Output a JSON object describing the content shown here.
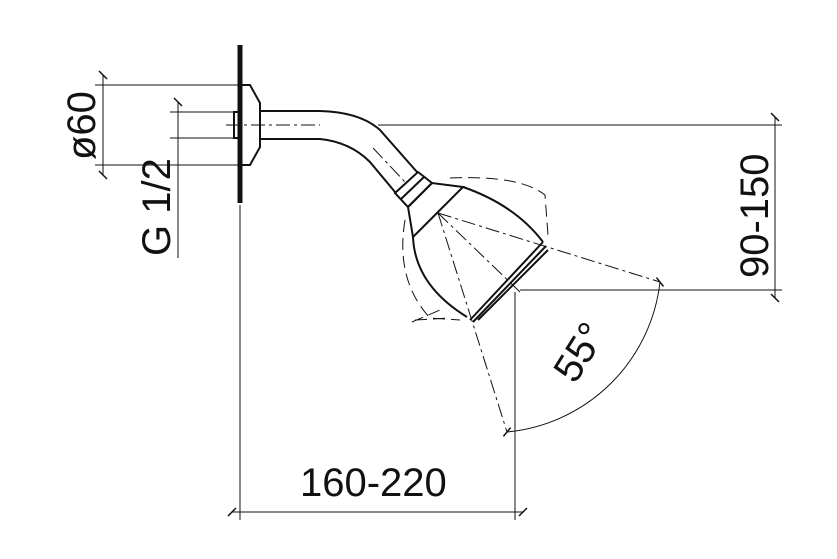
{
  "title": "Shower head with arm – dimension drawing",
  "dimensions": {
    "flange_diameter": "ø60",
    "thread": "G 1/2",
    "height_range": "90-150",
    "projection_range": "160-220",
    "tilt_angle": "55°"
  }
}
